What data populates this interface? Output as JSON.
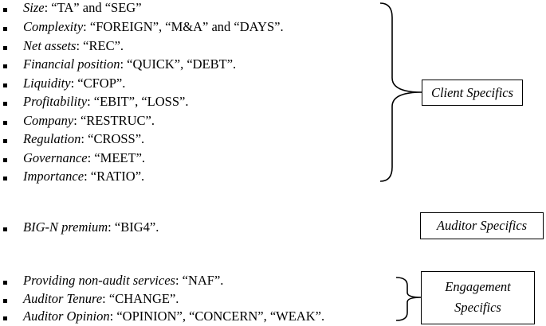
{
  "client_items": [
    {
      "term": "Size",
      "rest": ": “TA” and “SEG”"
    },
    {
      "term": "Complexity",
      "rest": ": “FOREIGN”, “M&A” and “DAYS”."
    },
    {
      "term": "Net assets",
      "rest": ": “REC”."
    },
    {
      "term": "Financial position",
      "rest": ": “QUICK”, “DEBT”."
    },
    {
      "term": "Liquidity",
      "rest": ": “CFOP”."
    },
    {
      "term": "Profitability",
      "rest": ": “EBIT”, “LOSS”."
    },
    {
      "term": "Company",
      "rest": ": “RESTRUC”."
    },
    {
      "term": "Regulation",
      "rest": ": “CROSS”."
    },
    {
      "term": "Governance",
      "rest": ": “MEET”."
    },
    {
      "term": "Importance",
      "rest": ": “RATIO”."
    }
  ],
  "auditor_items": [
    {
      "term": "BIG-N premium",
      "rest": ": “BIG4”."
    }
  ],
  "engagement_items": [
    {
      "term": "Providing non-audit services",
      "rest": ": “NAF”."
    },
    {
      "term": "Auditor Tenure",
      "rest": ": “CHANGE”."
    },
    {
      "term": "Auditor Opinion",
      "rest": ": “OPINION”, “CONCERN”, “WEAK”."
    }
  ],
  "groups": {
    "client": "Client Specifics",
    "auditor": "Auditor Specifics",
    "engagement_line1": "Engagement",
    "engagement_line2": "Specifics"
  }
}
